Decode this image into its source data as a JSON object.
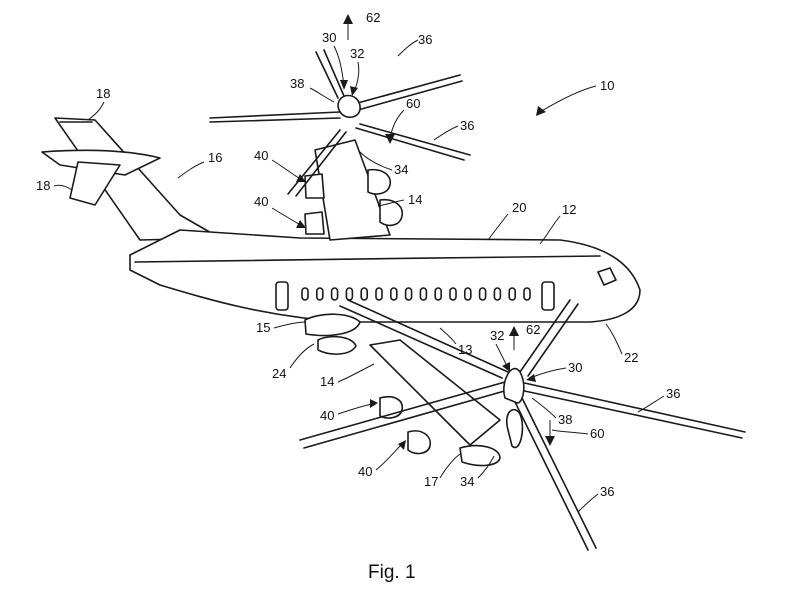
{
  "figure": {
    "caption": "Fig. 1",
    "refs": {
      "r10": "10",
      "r12": "12",
      "r13": "13",
      "r14a": "14",
      "r14b": "14",
      "r15": "15",
      "r16": "16",
      "r17": "17",
      "r18a": "18",
      "r18b": "18",
      "r20": "20",
      "r22": "22",
      "r24": "24",
      "r30a": "30",
      "r30b": "30",
      "r32a": "32",
      "r32b": "32",
      "r34a": "34",
      "r34b": "34",
      "r36a": "36",
      "r36b": "36",
      "r36c": "36",
      "r36d": "36",
      "r38a": "38",
      "r38b": "38",
      "r40a": "40",
      "r40b": "40",
      "r40c": "40",
      "r40d": "40",
      "r60a": "60",
      "r60b": "60",
      "r62a": "62",
      "r62b": "62"
    }
  }
}
